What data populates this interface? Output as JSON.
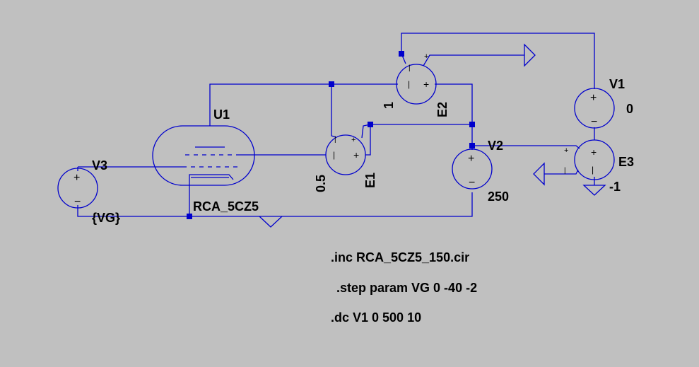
{
  "colors": {
    "background": "#c0c0c0",
    "wire": "#0000cc",
    "text": "#000000"
  },
  "components": {
    "U1": {
      "ref": "U1",
      "value": "RCA_5CZ5"
    },
    "V1": {
      "ref": "V1",
      "value": "0"
    },
    "V2": {
      "ref": "V2",
      "value": "250"
    },
    "V3": {
      "ref": "V3",
      "value": "{VG}"
    },
    "E1": {
      "ref": "E1",
      "value": "0.5"
    },
    "E2": {
      "ref": "E2",
      "value": "1"
    },
    "E3": {
      "ref": "E3",
      "value": "-1"
    }
  },
  "symbols": {
    "plus": "+",
    "minus": "−",
    "pin_plus": "+",
    "pin_minus": "|"
  },
  "directives": {
    "inc": ".inc RCA_5CZ5_150.cir",
    "step": ".step param VG 0 -40 -2",
    "dc": ".dc V1 0 500 10"
  }
}
